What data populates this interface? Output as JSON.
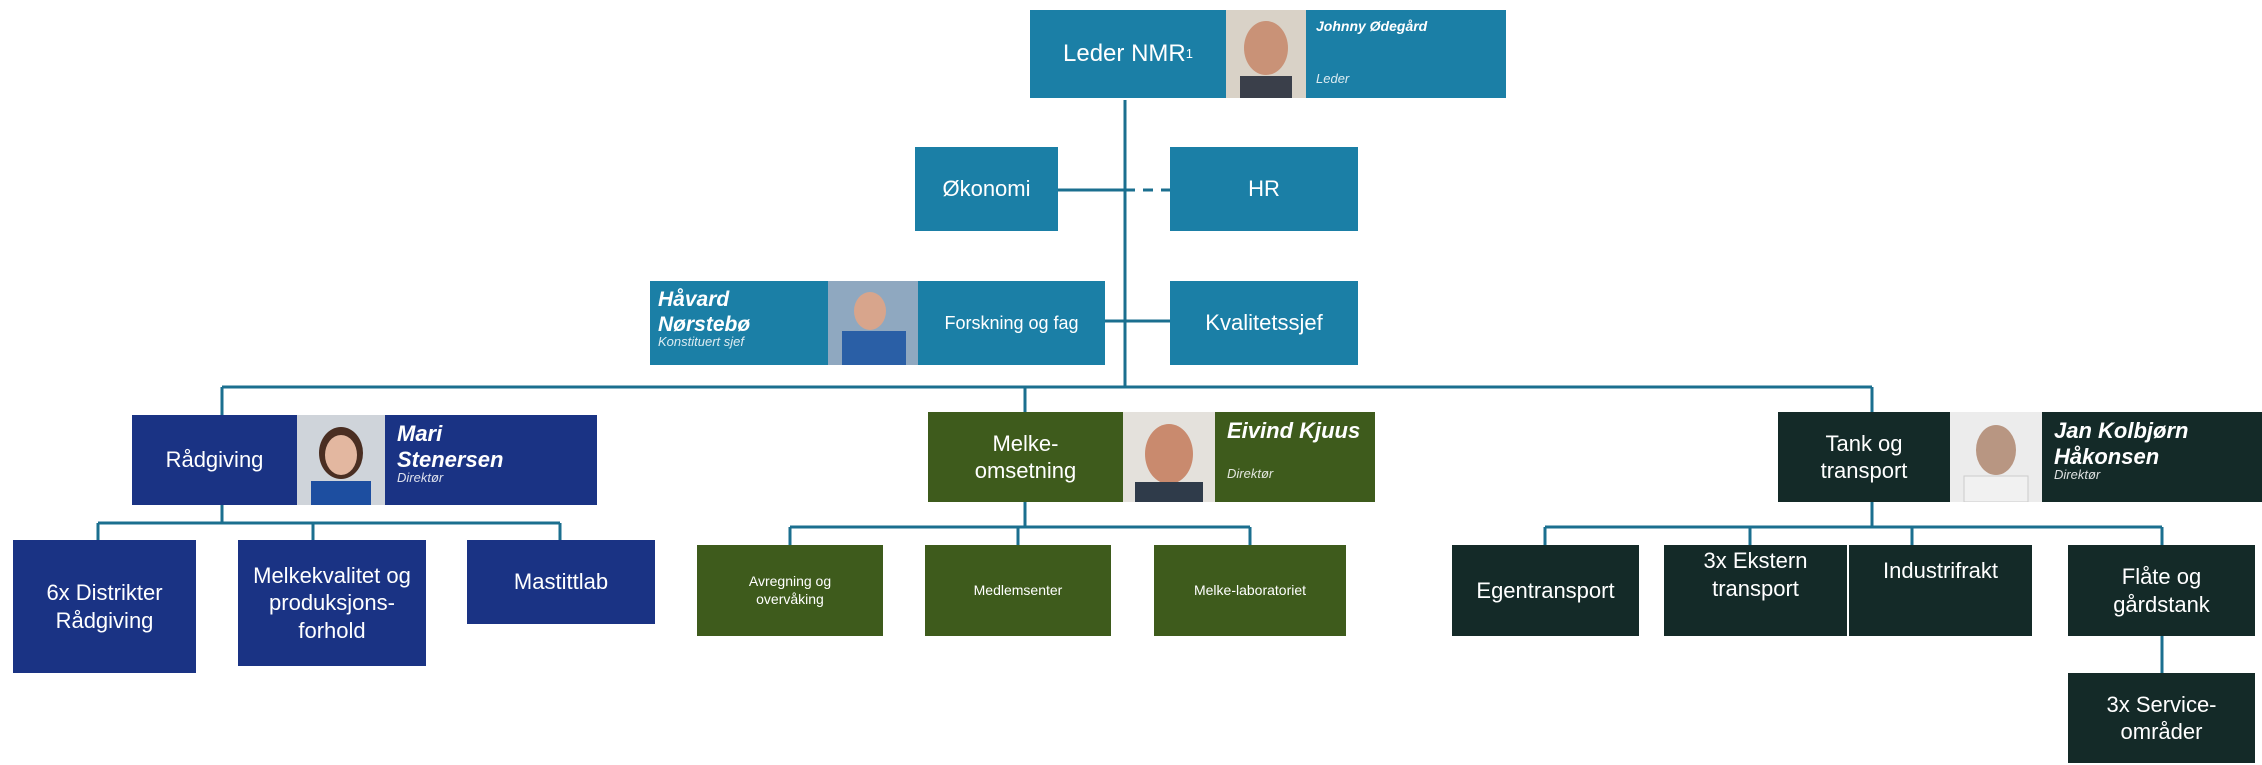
{
  "top": {
    "role": "Leder NMR",
    "footnote": "1",
    "person": {
      "name": "Johnny Ødegård",
      "title": "Leder"
    }
  },
  "staff": {
    "economy": "Økonomi",
    "hr": "HR",
    "research": "Forskning og fag",
    "quality": "Kvalitetssjef",
    "research_person": {
      "name_line1": "Håvard",
      "name_line2": "Nørstebø",
      "title": "Konstituert sjef"
    }
  },
  "departments": {
    "advice": {
      "label": "Rådgiving",
      "person": {
        "name_line1": "Mari",
        "name_line2": "Stenersen",
        "title": "Direktør"
      },
      "units": [
        "6x Distrikter Rådgiving",
        "Melkekvalitet og produksjons-forhold",
        "Mastittlab"
      ]
    },
    "milk": {
      "label": "Melke-omsetning",
      "person": {
        "name": "Eivind Kjuus",
        "title": "Direktør"
      },
      "units": [
        "Avregning og overvåking",
        "Medlemsenter",
        "Melke-laboratoriet"
      ]
    },
    "tank": {
      "label": "Tank og transport",
      "person": {
        "name_line1": "Jan Kolbjørn",
        "name_line2": "Håkonsen",
        "title": "Direktør"
      },
      "units": [
        "Egentransport",
        "3x Ekstern transport",
        "Industrifrakt",
        "Flåte og gårdstank"
      ],
      "sub_unit": "3x Service-områder"
    }
  },
  "colors": {
    "teal": "#1b7fa6",
    "navy": "#1a3384",
    "green": "#3e5b1c",
    "dark": "#142a28",
    "connector": "#1b6f8f"
  }
}
